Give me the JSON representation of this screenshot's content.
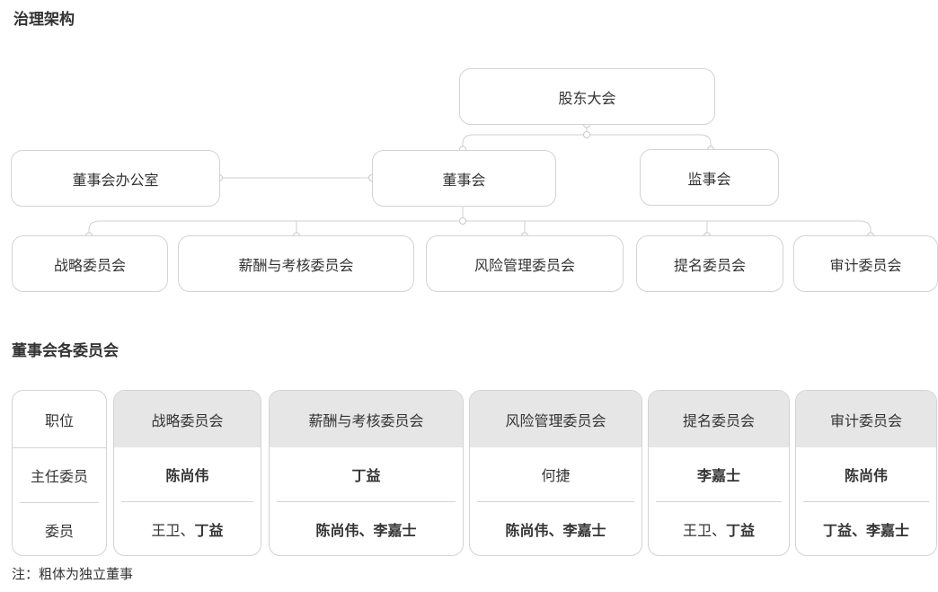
{
  "titles": {
    "structure": "治理架构",
    "committees": "董事会各委员会"
  },
  "org": {
    "shareholders": "股东大会",
    "board_office": "董事会办公室",
    "board": "董事会",
    "supervisory": "监事会",
    "committees": [
      "战略委员会",
      "薪酬与考核委员会",
      "风险管理委员会",
      "提名委员会",
      "审计委员会"
    ]
  },
  "table": {
    "position_header": "职位",
    "rows": [
      "主任委员",
      "委员"
    ],
    "columns": [
      {
        "name": "战略委员会",
        "chair": "陈尚伟",
        "members": "王卫、丁益"
      },
      {
        "name": "薪酬与考核委员会",
        "chair": "丁益",
        "members": "陈尚伟、李嘉士"
      },
      {
        "name": "风险管理委员会",
        "chair": "何捷",
        "members": "陈尚伟、李嘉士"
      },
      {
        "name": "提名委员会",
        "chair": "李嘉士",
        "members": "王卫、丁益"
      },
      {
        "name": "审计委员会",
        "chair": "陈尚伟",
        "members": "丁益、李嘉士"
      }
    ]
  },
  "note": "注：粗体为独立董事"
}
